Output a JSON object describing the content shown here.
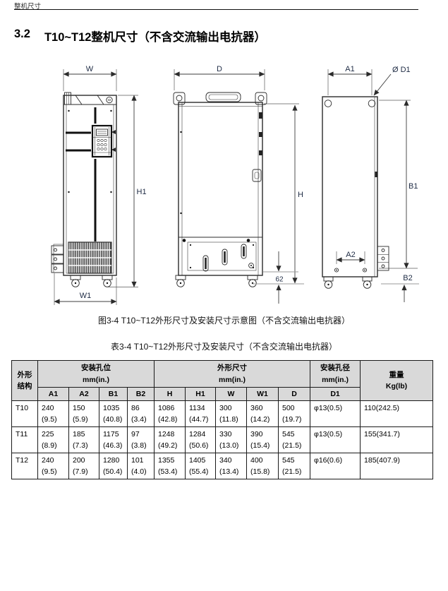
{
  "page": {
    "running_header": "整机尺寸",
    "heading": {
      "number": "3.2",
      "title": "T10~T12整机尺寸（不含交流输出电抗器）"
    },
    "figure_caption": "图3-4 T10~T12外形尺寸及安装尺寸示意图（不含交流输出电抗器）",
    "table_caption": "表3-4 T10~T12外形尺寸及安装尺寸（不含交流输出电抗器）"
  },
  "diagram": {
    "front_view": {
      "w": "W",
      "h1": "H1",
      "w1": "W1"
    },
    "side_view": {
      "d": "D",
      "h": "H",
      "caster": "62"
    },
    "back_view": {
      "a1": "A1",
      "d1": "Ø D1",
      "b1": "B1",
      "a2": "A2",
      "b2": "B2"
    }
  },
  "table": {
    "headers": {
      "structure": [
        "外形",
        "结构"
      ],
      "mount_holes": [
        "安装孔位",
        "mm(in.)"
      ],
      "overall_dims": [
        "外形尺寸",
        "mm(in.)"
      ],
      "hole_dia": [
        "安装孔径",
        "mm(in.)"
      ],
      "weight": [
        "重量",
        "Kg(lb)"
      ],
      "sub": [
        "A1",
        "A2",
        "B1",
        "B2",
        "H",
        "H1",
        "W",
        "W1",
        "D",
        "D1"
      ]
    },
    "rows": [
      {
        "model": "T10",
        "cells": [
          {
            "mm": "240",
            "in": "(9.5)"
          },
          {
            "mm": "150",
            "in": "(5.9)"
          },
          {
            "mm": "1035",
            "in": "(40.8)"
          },
          {
            "mm": "86",
            "in": "(3.4)"
          },
          {
            "mm": "1086",
            "in": "(42.8)"
          },
          {
            "mm": "1134",
            "in": "(44.7)"
          },
          {
            "mm": "300",
            "in": "(11.8)"
          },
          {
            "mm": "360",
            "in": "(14.2)"
          },
          {
            "mm": "500",
            "in": "(19.7)"
          }
        ],
        "d1": "φ13(0.5)",
        "weight": "110(242.5)"
      },
      {
        "model": "T11",
        "cells": [
          {
            "mm": "225",
            "in": "(8.9)"
          },
          {
            "mm": "185",
            "in": "(7.3)"
          },
          {
            "mm": "1175",
            "in": "(46.3)"
          },
          {
            "mm": "97",
            "in": "(3.8)"
          },
          {
            "mm": "1248",
            "in": "(49.2)"
          },
          {
            "mm": "1284",
            "in": "(50.6)"
          },
          {
            "mm": "330",
            "in": "(13.0)"
          },
          {
            "mm": "390",
            "in": "(15.4)"
          },
          {
            "mm": "545",
            "in": "(21.5)"
          }
        ],
        "d1": "φ13(0.5)",
        "weight": "155(341.7)"
      },
      {
        "model": "T12",
        "cells": [
          {
            "mm": "240",
            "in": "(9.5)"
          },
          {
            "mm": "200",
            "in": "(7.9)"
          },
          {
            "mm": "1280",
            "in": "(50.4)"
          },
          {
            "mm": "101",
            "in": "(4.0)"
          },
          {
            "mm": "1355",
            "in": "(53.4)"
          },
          {
            "mm": "1405",
            "in": "(55.4)"
          },
          {
            "mm": "340",
            "in": "(13.4)"
          },
          {
            "mm": "400",
            "in": "(15.8)"
          },
          {
            "mm": "545",
            "in": "(21.5)"
          }
        ],
        "d1": "φ16(0.6)",
        "weight": "185(407.9)"
      }
    ]
  }
}
